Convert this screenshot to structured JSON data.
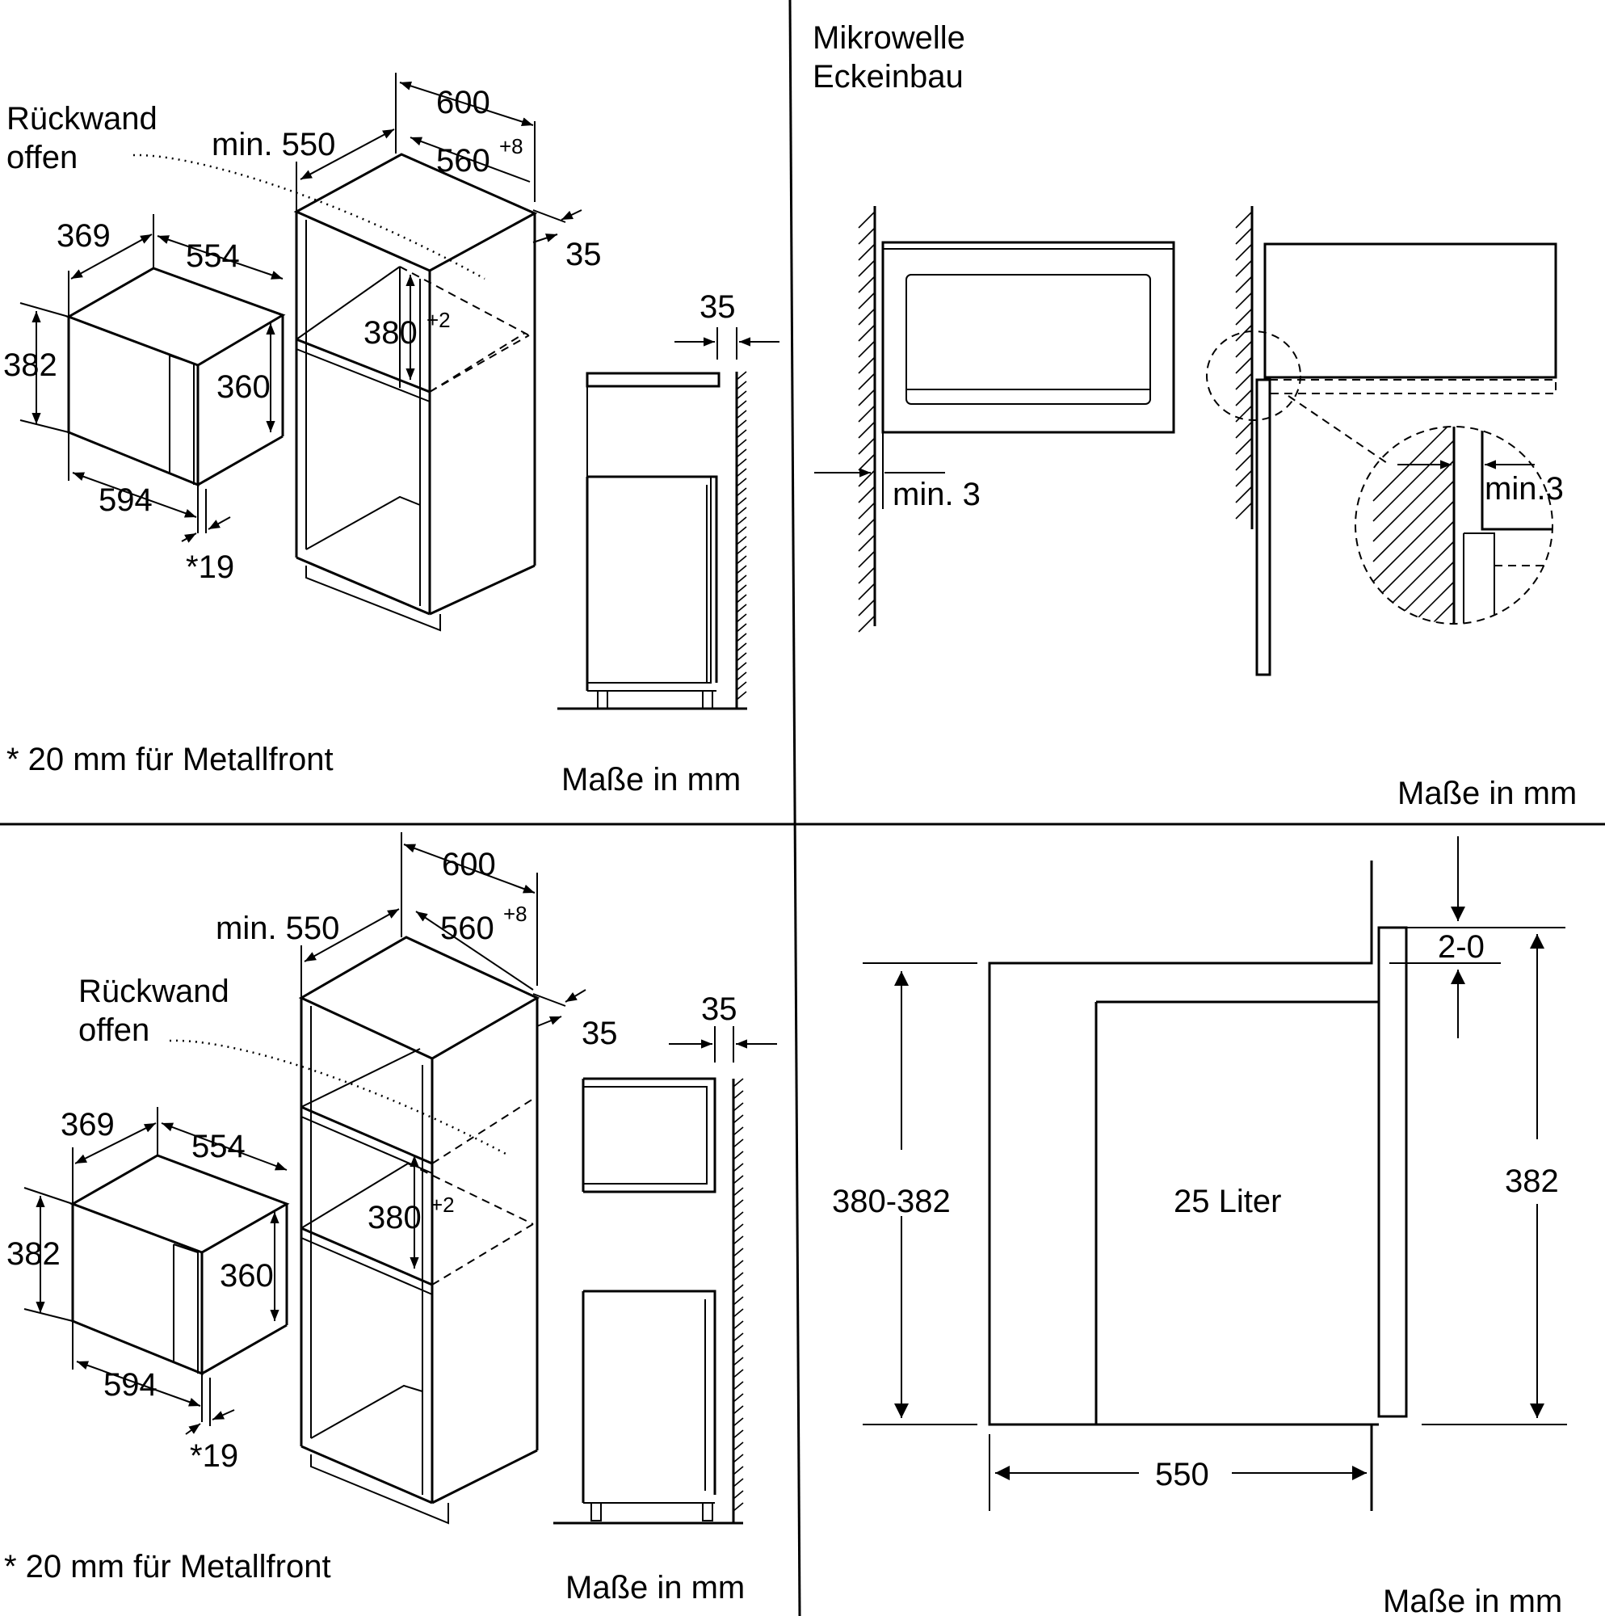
{
  "quadrants": {
    "top_left": {
      "rueckwand_line1": "Rückwand",
      "rueckwand_line2": "offen",
      "dim_600": "600",
      "dim_min550": "min. 550",
      "dim_560": "560",
      "dim_560_tol": "+8",
      "dim_35_depth": "35",
      "dim_369": "369",
      "dim_554": "554",
      "dim_382": "382",
      "dim_360": "360",
      "dim_380": "380",
      "dim_380_tol": "+2",
      "dim_594": "594",
      "dim_19": "*19",
      "dim_35_side": "35",
      "footnote": "* 20 mm für Metallfront",
      "units": "Maße in mm"
    },
    "top_right": {
      "title_line1": "Mikrowelle",
      "title_line2": "Eckeinbau",
      "min3_left": "min. 3",
      "min3_detail": "min.3",
      "units": "Maße in mm"
    },
    "bottom_left": {
      "rueckwand_line1": "Rückwand",
      "rueckwand_line2": "offen",
      "dim_600": "600",
      "dim_min550": "min. 550",
      "dim_560": "560",
      "dim_560_tol": "+8",
      "dim_35_depth": "35",
      "dim_369": "369",
      "dim_554": "554",
      "dim_382": "382",
      "dim_360": "360",
      "dim_380": "380",
      "dim_380_tol": "+2",
      "dim_594": "594",
      "dim_19": "*19",
      "dim_35_side": "35",
      "footnote": "* 20 mm für Metallfront",
      "units": "Maße in mm"
    },
    "bottom_right": {
      "dim_2_0": "2-0",
      "dim_380_382": "380-382",
      "volume": "25 Liter",
      "dim_382": "382",
      "dim_550": "550",
      "units": "Maße in mm"
    }
  }
}
